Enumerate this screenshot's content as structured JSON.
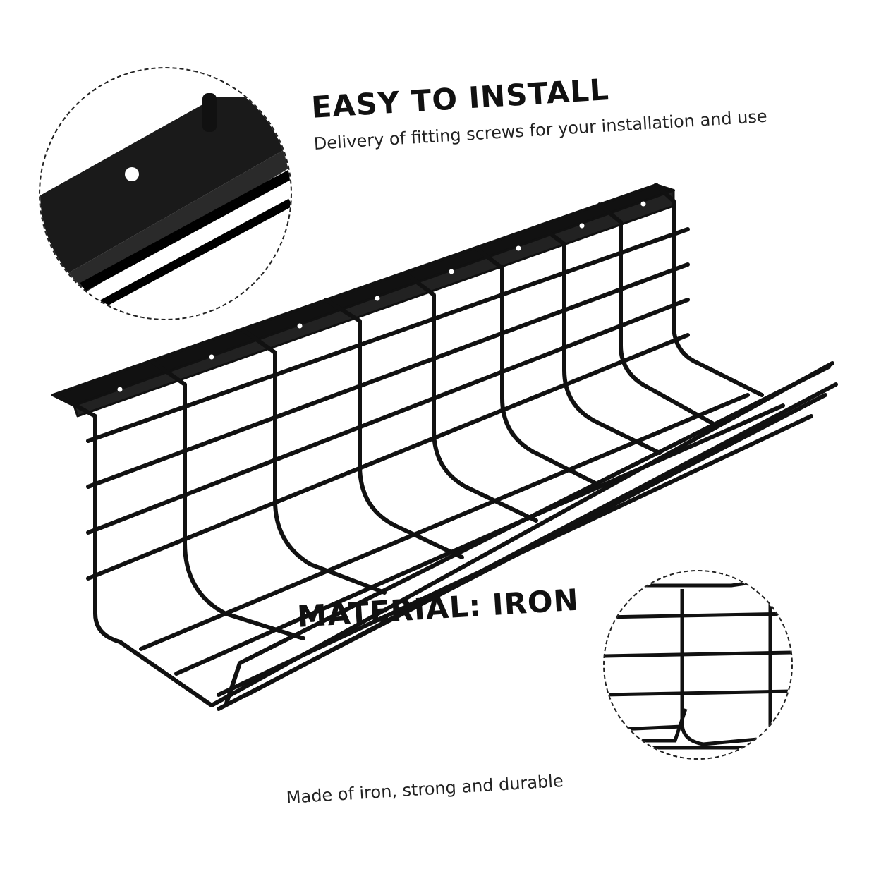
{
  "feature_install": {
    "title": "EASY TO INSTALL",
    "description": "Delivery of fitting screws for your installation and use"
  },
  "feature_material": {
    "title": "MATERIAL: IRON",
    "description": "Made of iron, strong and durable"
  },
  "product": {
    "name": "cable-management-tray",
    "color": "#111111"
  }
}
